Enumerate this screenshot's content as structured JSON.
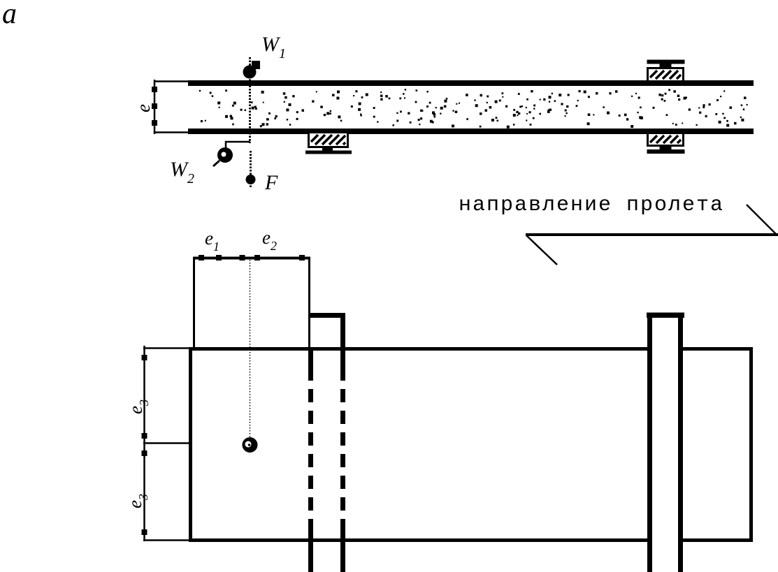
{
  "figure": {
    "panel_label": "a"
  },
  "section": {
    "anchor_top_label": {
      "base": "W",
      "sub": "1"
    },
    "anchor_bottom_label": {
      "base": "W",
      "sub": "2"
    },
    "force_label": "F",
    "thickness_label": "e"
  },
  "plan": {
    "dim_e1": {
      "base": "e",
      "sub": "1"
    },
    "dim_e2": {
      "base": "e",
      "sub": "2"
    },
    "dim_e3_upper": {
      "base": "e",
      "sub": "3"
    },
    "dim_e3_lower": {
      "base": "e",
      "sub": "3"
    }
  },
  "annotation": {
    "span_direction": "направление пролета"
  },
  "colors": {
    "ink": "#000000",
    "paper": "#ffffff"
  }
}
